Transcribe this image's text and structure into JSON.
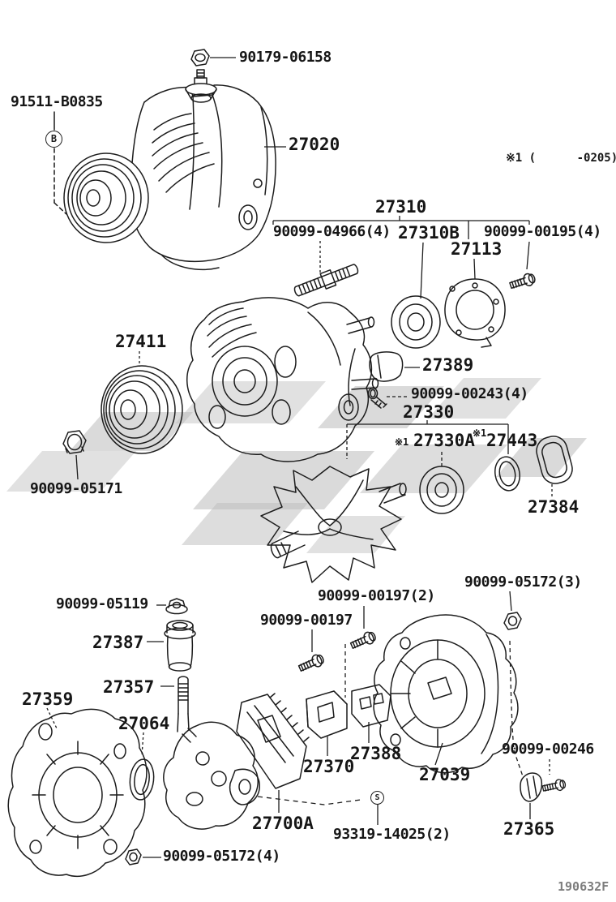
{
  "diagram": {
    "type": "exploded-parts-diagram",
    "footer_code": "190632F",
    "applicability_note": "※1 (      -0205)",
    "colors": {
      "line": "#1c1c1c",
      "watermark": "#bcbcbc",
      "background": "#ffffff",
      "code_gray": "#7d7d7d"
    },
    "symbols": {
      "b_marker": "B",
      "s_marker": "S"
    },
    "ref_marks": {
      "ref_27330A": "※1",
      "ref_27443": "※1"
    },
    "labels": {
      "l90179": "90179-06158",
      "l91511": "91511-B0835",
      "l27020": "27020",
      "l27310": "27310",
      "l04966": "90099-04966(4)",
      "l27310B": "27310B",
      "l00195": "90099-00195(4)",
      "l27113": "27113",
      "l27411": "27411",
      "l27389": "27389",
      "l00243": "90099-00243(4)",
      "l27330": "27330",
      "l27330A": "27330A",
      "l27443": "27443",
      "l27384": "27384",
      "l05171": "90099-05171",
      "l05172_3": "90099-05172(3)",
      "l05119": "90099-05119",
      "l27387": "27387",
      "l00197_2": "90099-00197(2)",
      "l00197": "90099-00197",
      "l27357": "27357",
      "l27359": "27359",
      "l27064": "27064",
      "l27370": "27370",
      "l27388": "27388",
      "l27039": "27039",
      "l27700A": "27700A",
      "l93319": "93319-14025(2)",
      "l05172_4": "90099-05172(4)",
      "l00246": "90099-00246",
      "l27365": "27365"
    }
  }
}
